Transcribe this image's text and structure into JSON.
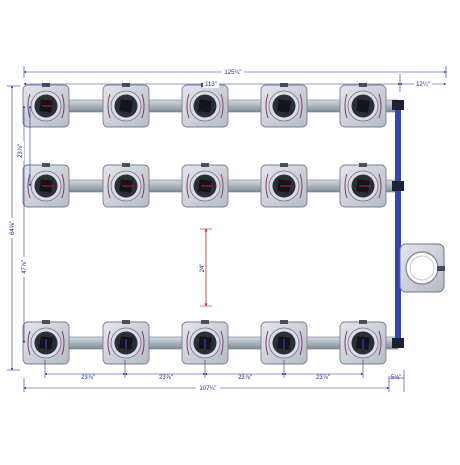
{
  "diagram": {
    "layout": {
      "rows": 3,
      "columns": 5
    },
    "dimensions": {
      "overall_width": "125¼\"",
      "inner_width": "113\"",
      "reservoir_offset": "12¼\"",
      "overall_depth": "64⅝\"",
      "row_span": "47⅞\"",
      "row_pitch": "23⅞\"",
      "aisle_gap": "24\"",
      "column_pitch": "23⅞\"",
      "base_width": "107¼\"",
      "end_offset": "5⅛\""
    },
    "colors": {
      "background": "#ffffff",
      "dimension_line": "#2233aa",
      "aisle_marker": "#cc2222",
      "pot_body": "#c9cdd6",
      "pot_outline": "#7a7f8c",
      "pot_inner": "#2b2e36",
      "pipe": "#a9b4bd",
      "drip_line": "#8a3a6a",
      "manifold": "#3344bb"
    },
    "icons": {
      "pot": "square-pot-icon",
      "reservoir": "reservoir-tank-icon"
    }
  }
}
